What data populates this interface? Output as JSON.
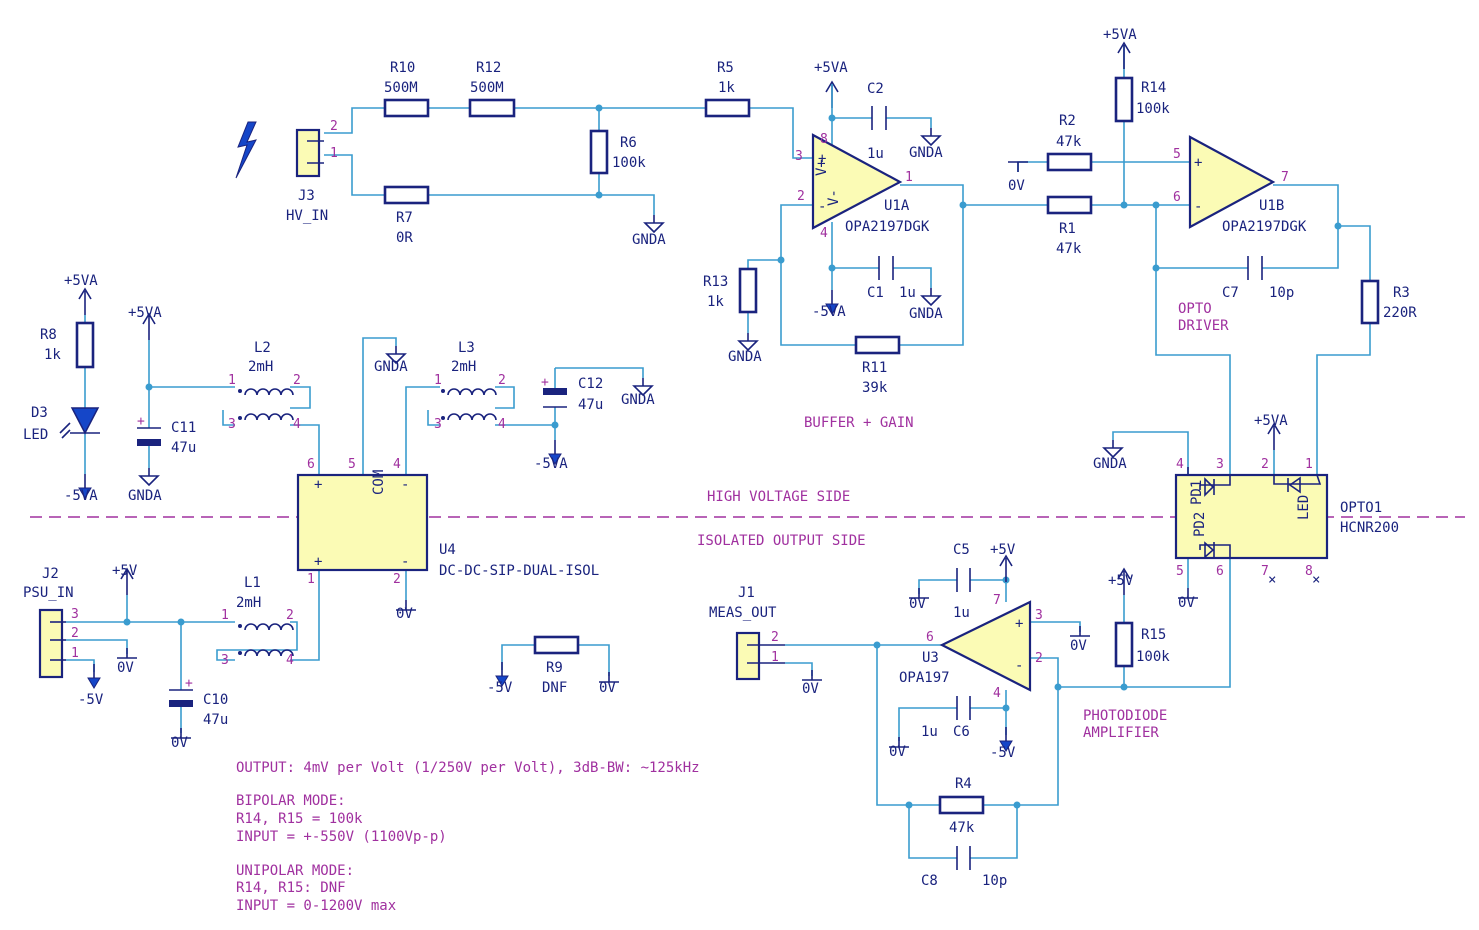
{
  "components": {
    "R10": {
      "ref": "R10",
      "value": "500M"
    },
    "R12": {
      "ref": "R12",
      "value": "500M"
    },
    "R5": {
      "ref": "R5",
      "value": "1k"
    },
    "R6": {
      "ref": "R6",
      "value": "100k"
    },
    "R7": {
      "ref": "R7",
      "value": "0R"
    },
    "J3": {
      "ref": "J3",
      "value": "HV_IN"
    },
    "U1A": {
      "ref": "U1A",
      "value": "OPA2197DGK"
    },
    "U1B": {
      "ref": "U1B",
      "value": "OPA2197DGK"
    },
    "C2": {
      "ref": "C2",
      "value": "1u"
    },
    "C1": {
      "ref": "C1",
      "value": "1u"
    },
    "R13": {
      "ref": "R13",
      "value": "1k"
    },
    "R11": {
      "ref": "R11",
      "value": "39k"
    },
    "R14": {
      "ref": "R14",
      "value": "100k"
    },
    "R2": {
      "ref": "R2",
      "value": "47k"
    },
    "R1": {
      "ref": "R1",
      "value": "47k"
    },
    "C7": {
      "ref": "C7",
      "value": "10p"
    },
    "R3": {
      "ref": "R3",
      "value": "220R"
    },
    "R8": {
      "ref": "R8",
      "value": "1k"
    },
    "D3": {
      "ref": "D3",
      "value": "LED"
    },
    "C11": {
      "ref": "C11",
      "value": "47u"
    },
    "L2": {
      "ref": "L2",
      "value": "2mH"
    },
    "L3": {
      "ref": "L3",
      "value": "2mH"
    },
    "C12": {
      "ref": "C12",
      "value": "47u"
    },
    "U4": {
      "ref": "U4",
      "value": "DC-DC-SIP-DUAL-ISOL",
      "com": "COM"
    },
    "OPTO1": {
      "ref": "OPTO1",
      "value": "HCNR200",
      "pd1": "PD1",
      "pd2": "PD2",
      "led": "LED"
    },
    "J2": {
      "ref": "J2",
      "value": "PSU_IN"
    },
    "L1": {
      "ref": "L1",
      "value": "2mH"
    },
    "C10": {
      "ref": "C10",
      "value": "47u"
    },
    "R9": {
      "ref": "R9",
      "value": "DNF"
    },
    "J1": {
      "ref": "J1",
      "value": "MEAS_OUT"
    },
    "U3": {
      "ref": "U3",
      "value": "OPA197"
    },
    "C5": {
      "ref": "C5",
      "value": "1u"
    },
    "C6": {
      "ref": "C6",
      "value": "1u"
    },
    "R15": {
      "ref": "R15",
      "value": "100k"
    },
    "R4": {
      "ref": "R4",
      "value": "47k"
    },
    "C8": {
      "ref": "C8",
      "value": "10p"
    }
  },
  "power": {
    "p5va": "+5VA",
    "m5va": "-5VA",
    "gnda": "GNDA",
    "p5v": "+5V",
    "m5v": "-5V",
    "zero": "0V"
  },
  "opamp_pins": {
    "vplus": "V+",
    "vminus": "V-",
    "plus": "+",
    "minus": "-"
  },
  "sections": {
    "buffer": "BUFFER + GAIN",
    "opto_driver": [
      "OPTO",
      "DRIVER"
    ],
    "photodiode": [
      "PHOTODIODE",
      "AMPLIFIER"
    ],
    "high_voltage": "HIGH VOLTAGE SIDE",
    "isolated": "ISOLATED OUTPUT SIDE"
  },
  "notes": [
    "OUTPUT: 4mV per Volt (1/250V per Volt), 3dB-BW: ~125kHz",
    "BIPOLAR MODE:",
    "R14, R15 = 100k",
    "INPUT = +-550V (1100Vp-p)",
    "UNIPOLAR MODE:",
    "R14, R15: DNF",
    "INPUT = 0-1200V max"
  ],
  "icons": [
    "hv-lightning-icon",
    "gnd-symbol-icon",
    "power-arrow-icon"
  ],
  "colors": {
    "wire": "#3a9ccf",
    "symbol": "#1a237e",
    "pin_text": "#a0309f",
    "ic_fill": "#fbfbb5",
    "power_arrow": "#1546c8"
  }
}
